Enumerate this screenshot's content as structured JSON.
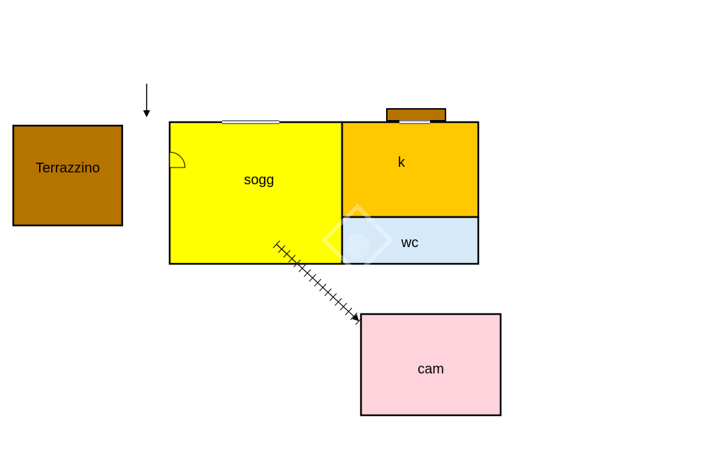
{
  "rooms": {
    "terrazzino": {
      "label": "Terrazzino",
      "color": "#b57400"
    },
    "sogg": {
      "label": "sogg",
      "color": "#ffff00"
    },
    "k": {
      "label": "k",
      "color": "#ffc800"
    },
    "wc": {
      "label": "wc",
      "color": "#d5e9f9"
    },
    "cam": {
      "label": "cam",
      "color": "#ffd3dc"
    }
  },
  "balcony_color": "#b57400",
  "wall_color": "#000000"
}
